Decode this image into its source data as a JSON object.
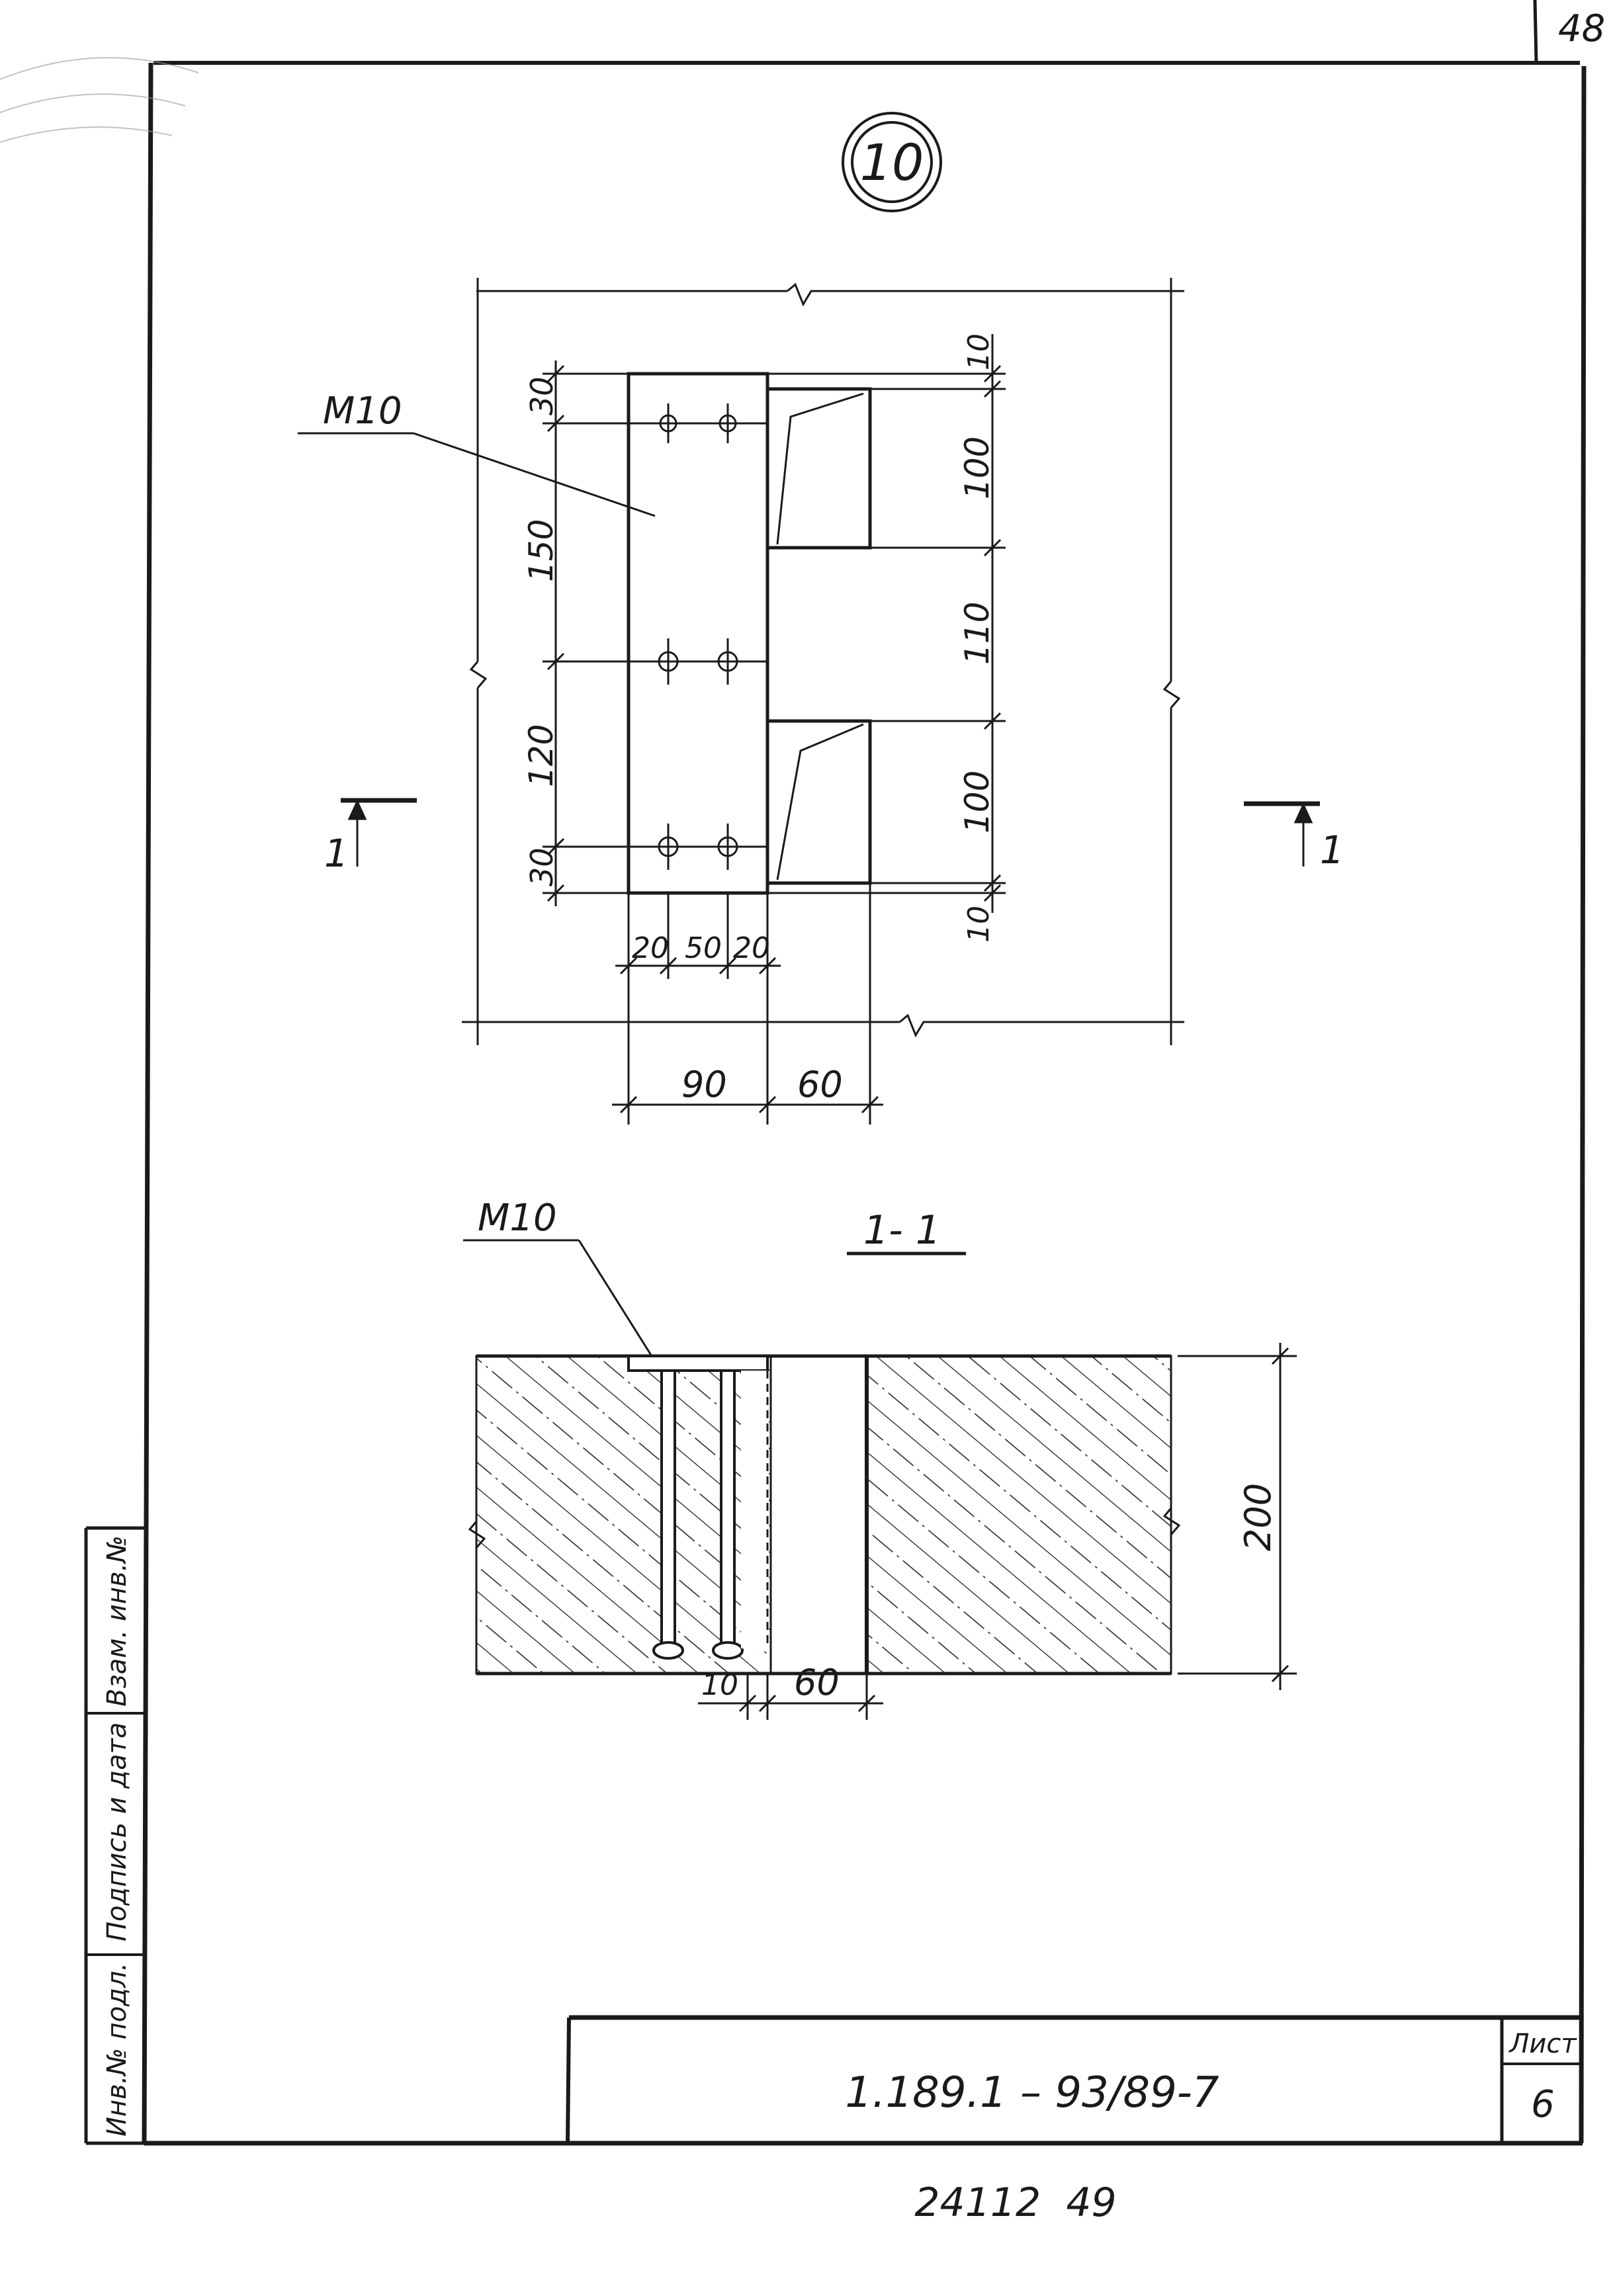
{
  "sheet": {
    "page_corner": "48",
    "detail_number": "10",
    "bottom_number": "24112  49"
  },
  "plan_view": {
    "part_label": "М10",
    "dim_30_top": "30",
    "dim_150": "150",
    "dim_120": "120",
    "dim_30_bottom": "30",
    "dim_10_top": "10",
    "dim_100_top": "100",
    "dim_110": "110",
    "dim_100_bottom": "100",
    "dim_10_bottom": "10",
    "dim_20_left": "20",
    "dim_50": "50",
    "dim_20_right": "20",
    "dim_90": "90",
    "dim_60": "60",
    "section_mark_left": "1",
    "section_mark_right": "1"
  },
  "section_view": {
    "title": "1- 1",
    "part_label": "М10",
    "dim_200": "200",
    "dim_10": "10",
    "dim_60": "60"
  },
  "side_stamp": {
    "inv_podl": "Инв.№ подл.",
    "podpis_data": "Подпись и дата",
    "vzam_inv": "Взам. инв.№"
  },
  "title_block": {
    "designation": "1.189.1 – 93/89-7",
    "sheet_label": "Лист",
    "sheet_number": "6"
  },
  "colors": {
    "ink": "#1a1a1a",
    "paper": "#ffffff"
  }
}
